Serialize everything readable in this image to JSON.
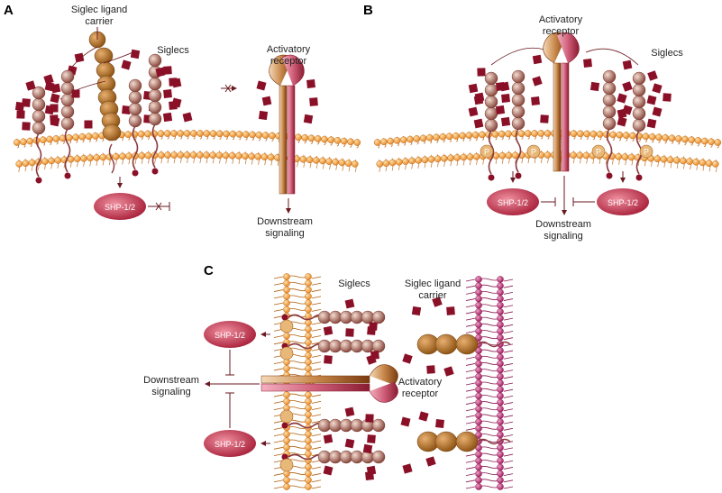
{
  "panels": {
    "a": {
      "letter": "A",
      "ligand_carrier": [
        "Siglec ligand",
        "carrier"
      ],
      "siglecs": "Siglecs",
      "receptor": [
        "Activatory",
        "receptor"
      ],
      "shp": "SHP-1/2",
      "downstream": [
        "Downstream",
        "signaling"
      ]
    },
    "b": {
      "letter": "B",
      "receptor": [
        "Activatory",
        "receptor"
      ],
      "siglecs": "Siglecs",
      "shp_left": "SHP-1/2",
      "shp_right": "SHP-1/2",
      "downstream": [
        "Downstream",
        "signaling"
      ],
      "phospho": "P"
    },
    "c": {
      "letter": "C",
      "siglecs": "Siglecs",
      "ligand_carrier": [
        "Siglec ligand",
        "carrier"
      ],
      "shp_top": "SHP-1/2",
      "shp_bottom": "SHP-1/2",
      "downstream": [
        "Downstream",
        "signaling"
      ],
      "receptor": [
        "Activatory",
        "receptor"
      ]
    }
  },
  "colors": {
    "membrane_orange": "#f0a048",
    "membrane_magenta": "#b03070",
    "siglec_domain": "#c88a7a",
    "carrier_domain": "#b8742c",
    "sugar": "#8a1028",
    "shp": "#c8324a",
    "receptor_light": "#e8c8a8",
    "receptor_pink": "#d0607a"
  }
}
